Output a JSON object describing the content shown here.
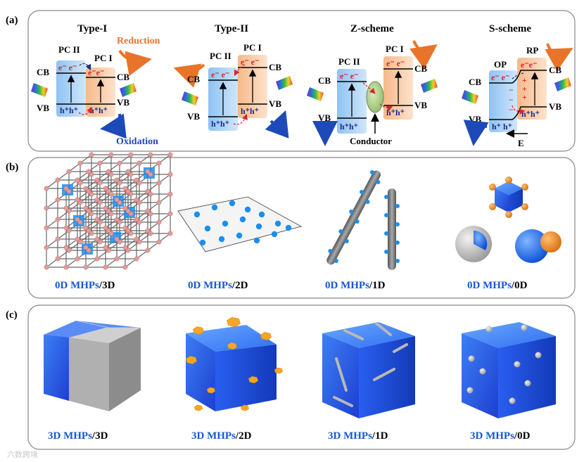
{
  "panels": {
    "a": {
      "label": "(a)",
      "schemes": [
        {
          "title": "Type-I",
          "left_name": "PC II",
          "right_name": "PC I",
          "cb": "CB",
          "vb": "VB",
          "annot_top": "Reduction",
          "annot_bottom": "Oxidation"
        },
        {
          "title": "Type-II",
          "left_name": "PC II",
          "right_name": "PC I",
          "cb": "CB",
          "vb": "VB"
        },
        {
          "title": "Z-scheme",
          "left_name": "PC II",
          "right_name": "PC I",
          "cb": "CB",
          "vb": "VB",
          "annot": "Conductor"
        },
        {
          "title": "S-scheme",
          "left_name": "OP",
          "right_name": "RP",
          "cb": "CB",
          "vb": "VB",
          "field": "E"
        }
      ],
      "electron": "e⁻",
      "hole": "h⁺"
    },
    "b": {
      "label": "(b)",
      "captions": [
        {
          "blue": "0D MHPs",
          "black": "/3D"
        },
        {
          "blue": "0D MHPs",
          "black": "/2D"
        },
        {
          "blue": "0D MHPs",
          "black": "/1D"
        },
        {
          "blue": "0D MHPs",
          "black": "/0D"
        }
      ]
    },
    "c": {
      "label": "(c)",
      "captions": [
        {
          "blue": "3D MHPs",
          "black": "/3D"
        },
        {
          "blue": "3D MHPs",
          "black": "/2D"
        },
        {
          "blue": "3D MHPs",
          "black": "/1D"
        },
        {
          "blue": "3D MHPs",
          "black": "/0D"
        }
      ]
    }
  },
  "watermark": "六数跨境",
  "colors": {
    "blue": "#1657d6",
    "orange": "#e8742a",
    "electron": "#d8262b",
    "hole": "#1a2f8a"
  }
}
